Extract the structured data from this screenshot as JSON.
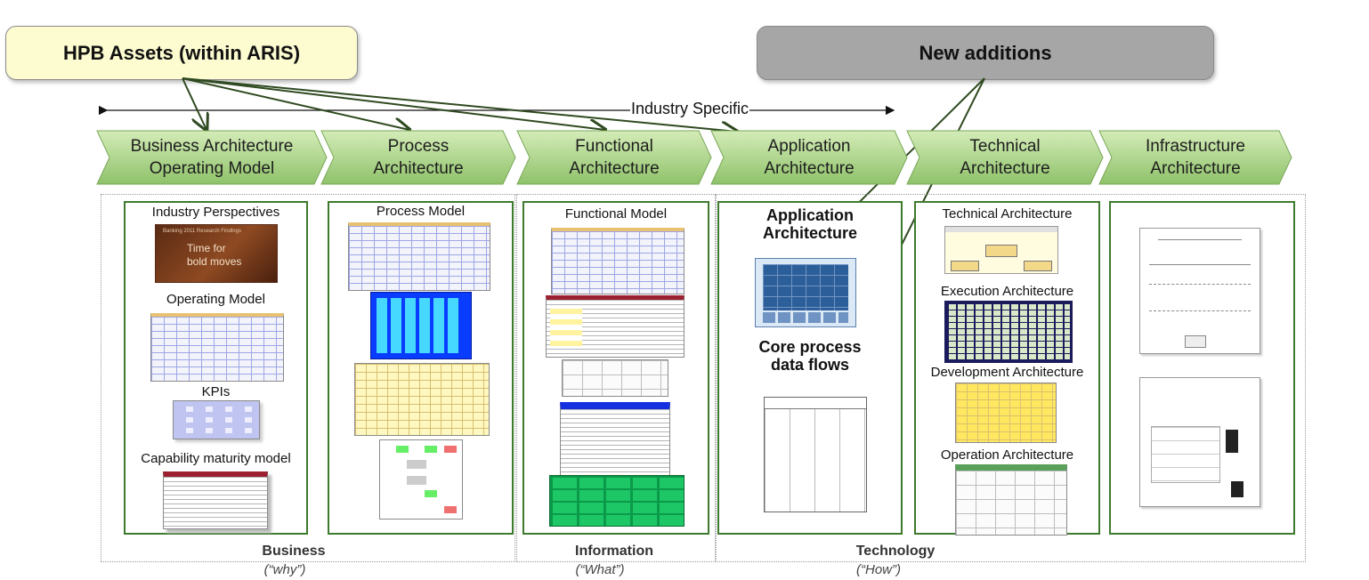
{
  "callouts": {
    "hpb": "HPB Assets (within ARIS)",
    "new_additions": "New additions"
  },
  "industry_specific": "Industry Specific",
  "chevrons": [
    {
      "label": "Business Architecture\nOperating Model"
    },
    {
      "label": "Process\nArchitecture"
    },
    {
      "label": "Functional\nArchitecture"
    },
    {
      "label": "Application\nArchitecture"
    },
    {
      "label": "Technical\nArchitecture"
    },
    {
      "label": "Infrastructure\nArchitecture"
    }
  ],
  "panels": {
    "business": {
      "industry_perspectives": "Industry Perspectives",
      "thumb_text_line1": "Time for",
      "thumb_text_line2": "bold moves",
      "thumb_caption": "Banking 2011 Research Findings",
      "operating_model": "Operating Model",
      "kpis": "KPIs",
      "capability_maturity": "Capability maturity model"
    },
    "process": {
      "process_model": "Process Model"
    },
    "functional": {
      "functional_model": "Functional Model"
    },
    "application": {
      "application_architecture": "Application\nArchitecture",
      "core_process": "Core process\ndata flows"
    },
    "technical": {
      "technical_architecture": "Technical Architecture",
      "execution_architecture": "Execution Architecture",
      "development_architecture": "Development Architecture",
      "operation_architecture": "Operation Architecture"
    }
  },
  "groups": [
    {
      "label": "Business",
      "sub": "(“why”)"
    },
    {
      "label": "Information",
      "sub": "(“What”)"
    },
    {
      "label": "Technology",
      "sub": "(“How”)"
    }
  ],
  "colors": {
    "chevron_fill_top": "#d4ecb8",
    "chevron_fill_bottom": "#8fc26a",
    "panel_border": "#3e7a2e",
    "arrow": "#2f4a20",
    "hpb_fill": "#fdfbd0",
    "new_fill": "#a6a6a6"
  }
}
